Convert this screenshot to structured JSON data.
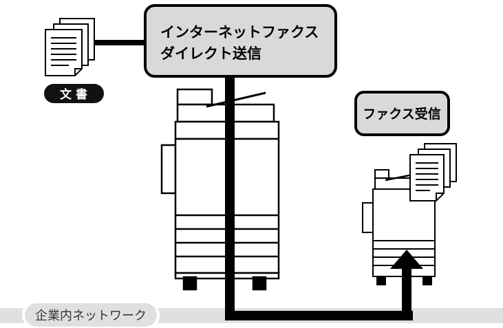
{
  "labels": {
    "direct_send_line1": "インターネットファクス",
    "direct_send_line2": "ダイレクト送信",
    "document_badge": "文 書",
    "fax_receive": "ファクス受信",
    "network": "企業内ネットワーク"
  },
  "colors": {
    "box_fill": "#d9d9d9",
    "network_band": "#e0e0e0",
    "stroke": "#000000",
    "badge_fill": "#111111",
    "badge_text": "#ffffff"
  },
  "icons": [
    "document-stack-icon",
    "multifunction-printer-icon",
    "arrow-up-icon"
  ]
}
